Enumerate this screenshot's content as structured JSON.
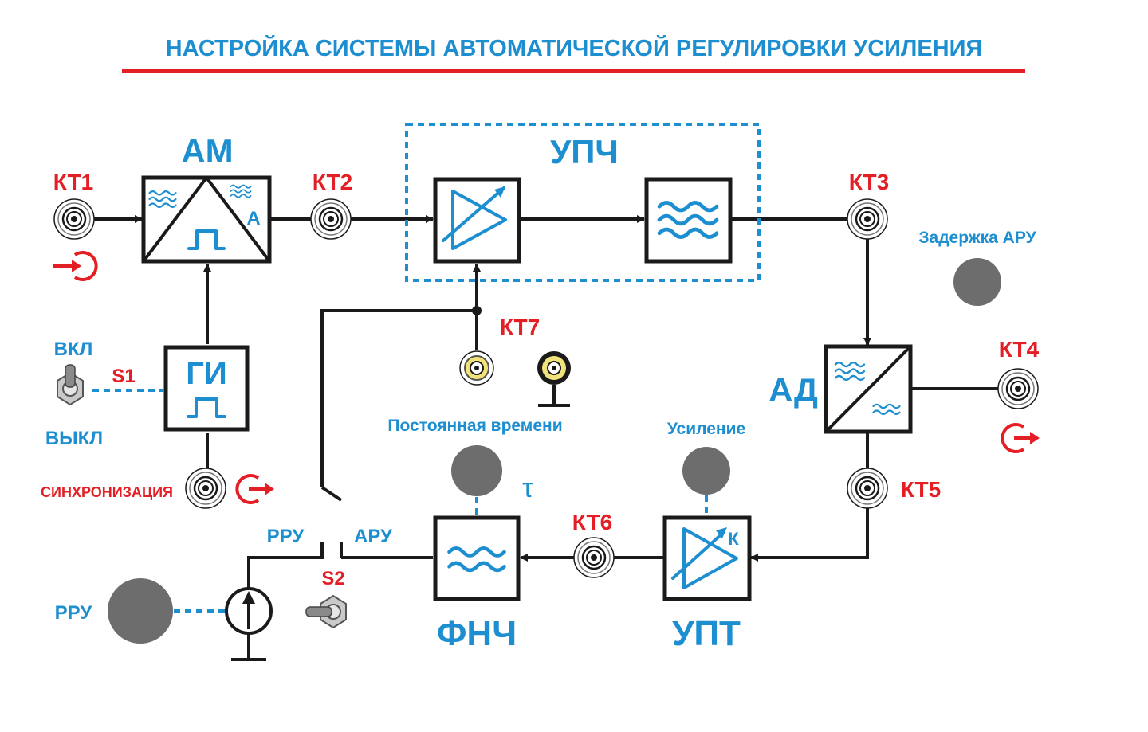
{
  "title": "НАСТРОЙКА СИСТЕМЫ АВТОМАТИЧЕСКОЙ РЕГУЛИРОВКИ УСИЛЕНИЯ",
  "colors": {
    "accent_red": "#e31e24",
    "accent_blue": "#1d8fd0",
    "line": "#1a1a1a",
    "knob": "#6d6d6d"
  },
  "blocks": {
    "am": "АМ",
    "am_suffix": "A",
    "upch": "УПЧ",
    "gi": "ГИ",
    "ad": "АД",
    "fnch": "ФНЧ",
    "upt": "УПТ",
    "upt_gain_letter": "К"
  },
  "test_points": {
    "kt1": "КТ1",
    "kt2": "КТ2",
    "kt3": "КТ3",
    "kt4": "КТ4",
    "kt5": "КТ5",
    "kt6": "КТ6",
    "kt7": "КТ7"
  },
  "controls": {
    "s1": "S1",
    "s1_on": "ВКЛ",
    "s1_off": "ВЫКЛ",
    "s2": "S2",
    "s2_left": "РРУ",
    "s2_right": "АРУ",
    "sync": "СИНХРОНИЗАЦИЯ",
    "agc_delay": "Задержка АРУ",
    "time_constant": "Постоянная времени",
    "tau": "τ",
    "gain": "Усиление",
    "manual_gain": "РРУ"
  },
  "icons": [
    "input-arrow-icon",
    "output-arrow-icon",
    "bnc-jack-icon",
    "ground-icon",
    "toggle-switch-icon",
    "knob-icon"
  ]
}
